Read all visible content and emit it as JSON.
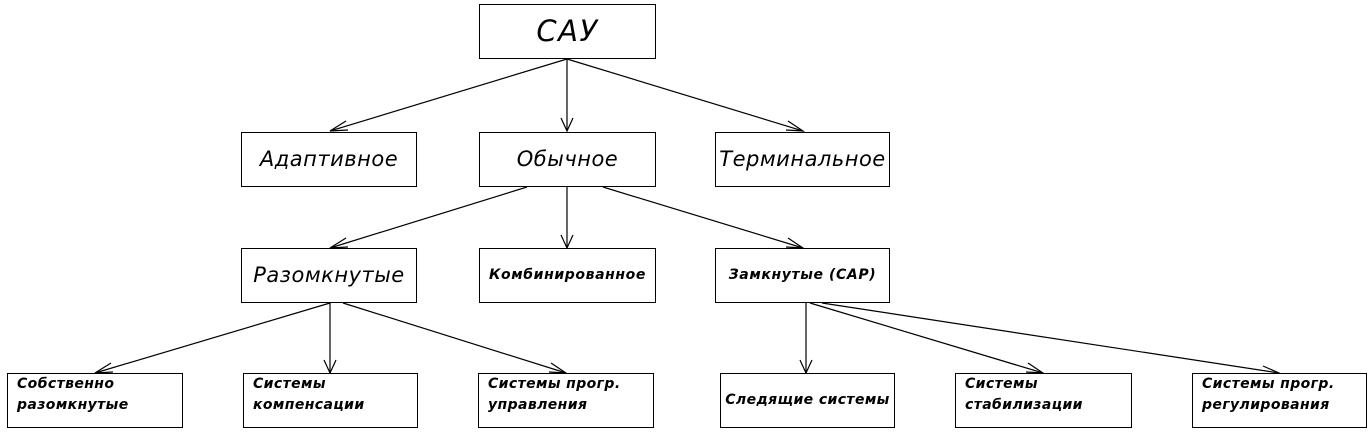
{
  "diagram": {
    "root": {
      "label": "САУ"
    },
    "level1": {
      "adaptive": {
        "label": "Адаптивное"
      },
      "ordinary": {
        "label": "Обычное"
      },
      "terminal": {
        "label": "Терминальное"
      }
    },
    "level2": {
      "open": {
        "label": "Разомкнутые"
      },
      "combined": {
        "label": "Комбинированное"
      },
      "closed": {
        "label": "Замкнутые (САР)"
      }
    },
    "level3": {
      "open_proper": {
        "line1": "Собственно",
        "line2": "разомкнутые"
      },
      "compensation": {
        "line1": "Системы",
        "line2": "компенсации"
      },
      "program_control": {
        "line1": "Системы прогр.",
        "line2": "управления"
      },
      "tracking": {
        "label": "Следящие системы"
      },
      "stabilization": {
        "line1": "Системы",
        "line2": "стабилизации"
      },
      "program_regulation": {
        "line1": "Системы прогр.",
        "line2": "регулирования"
      }
    }
  }
}
